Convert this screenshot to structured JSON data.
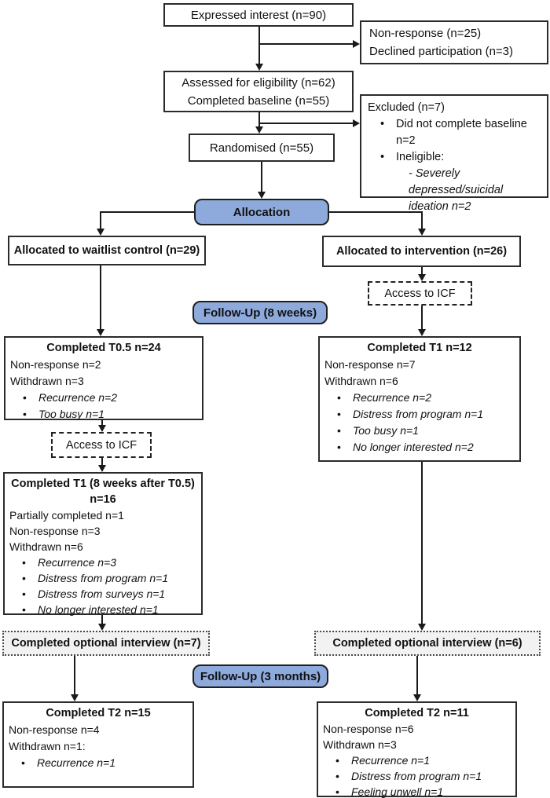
{
  "colors": {
    "pill_fill": "#8EA9DB",
    "line": "#1a1a1a",
    "interview_bg": "#f2f2f2"
  },
  "top": {
    "expressed": "Expressed interest (n=90)",
    "nonresponse_lines": [
      "Non-response (n=25)",
      "Declined participation (n=3)"
    ],
    "assessed_lines": [
      "Assessed for eligibility (n=62)",
      "Completed baseline (n=55)"
    ],
    "excluded": {
      "title": "Excluded (n=7)",
      "bullet1": "Did not complete baseline n=2",
      "bullet2": "Ineligible:",
      "bullet2_detail": "- Severely depressed/suicidal ideation n=2"
    },
    "randomised": "Randomised (n=55)"
  },
  "pills": {
    "allocation": "Allocation",
    "followup_8w": "Follow-Up (8 weeks)",
    "followup_3m": "Follow-Up (3 months)"
  },
  "allocation": {
    "waitlist": "Allocated to waitlist control (n=29)",
    "intervention": "Allocated to intervention (n=26)"
  },
  "icf": {
    "left": "Access to ICF",
    "right": "Access to ICF"
  },
  "followup": {
    "t05": {
      "title": "Completed T0.5 n=24",
      "plain": [
        "Non-response n=2",
        "Withdrawn n=3"
      ],
      "bullets": [
        "Recurrence n=2",
        "Too busy n=1"
      ]
    },
    "t1_intervention": {
      "title": "Completed T1 n=12",
      "plain": [
        "Non-response n=7",
        "Withdrawn n=6"
      ],
      "bullets": [
        "Recurrence n=2",
        "Distress from program n=1",
        "Too busy n=1",
        "No longer interested n=2"
      ]
    },
    "t1_waitlist": {
      "title_line1": "Completed T1 (8 weeks after T0.5)",
      "title_line2": "n=16",
      "plain": [
        "Partially completed n=1",
        "Non-response n=3",
        "Withdrawn n=6"
      ],
      "bullets": [
        "Recurrence n=3",
        "Distress from program n=1",
        "Distress from surveys n=1",
        "No longer interested n=1"
      ]
    },
    "interview_left": "Completed optional interview (n=7)",
    "interview_right": "Completed optional interview (n=6)",
    "t2_waitlist": {
      "title": "Completed T2 n=15",
      "plain": [
        "Non-response n=4",
        "Withdrawn n=1:"
      ],
      "bullets": [
        "Recurrence n=1"
      ]
    },
    "t2_intervention": {
      "title": "Completed T2 n=11",
      "plain": [
        "Non-response n=6",
        "Withdrawn n=3"
      ],
      "bullets": [
        "Recurrence n=1",
        "Distress from program n=1",
        "Feeling unwell n=1"
      ]
    }
  }
}
